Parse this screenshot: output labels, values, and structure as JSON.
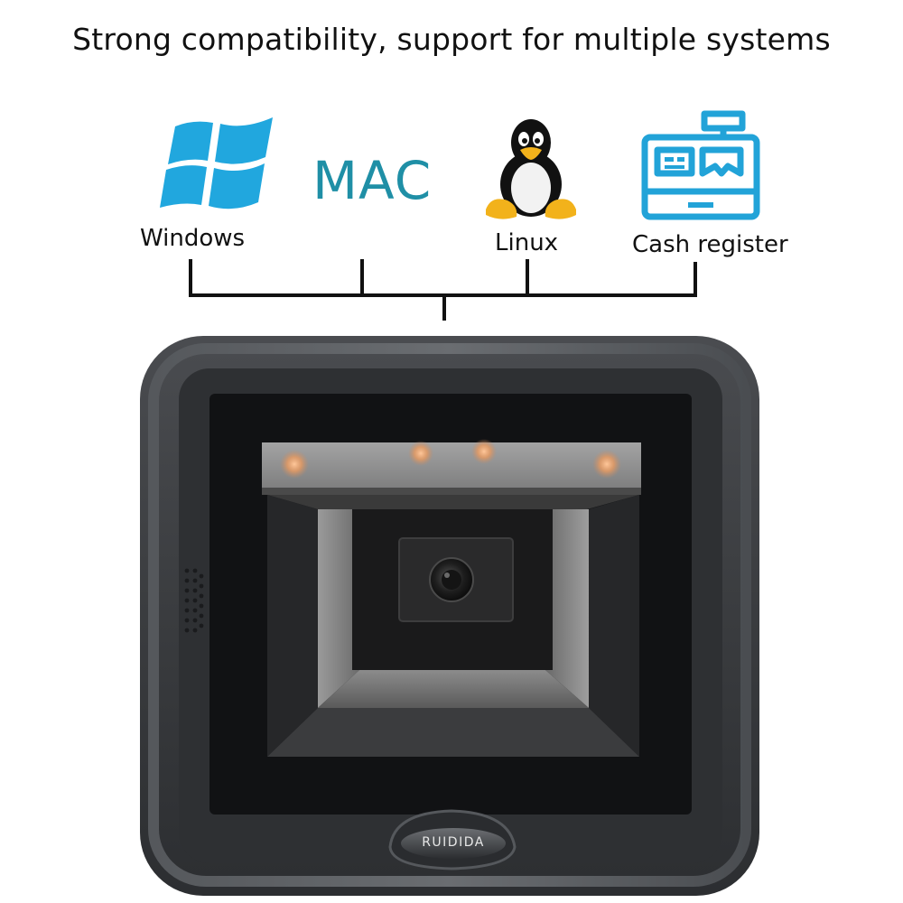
{
  "headline": "Strong compatibility, support for multiple systems",
  "systems": {
    "windows": {
      "label": "Windows",
      "icon": "windows-logo-icon"
    },
    "mac": {
      "label": "MAC",
      "icon": "mac-text-logo"
    },
    "linux": {
      "label": "Linux",
      "icon": "tux-penguin-icon"
    },
    "cash_register": {
      "label": "Cash register",
      "icon": "cash-register-icon"
    }
  },
  "device": {
    "brand": "RUIDIDA",
    "type": "barcode-scanner"
  },
  "colors": {
    "accent": "#22a3d8",
    "mac_text": "#1f8fa6",
    "device_body": "#3a3c3f",
    "led": "#f0a060"
  }
}
